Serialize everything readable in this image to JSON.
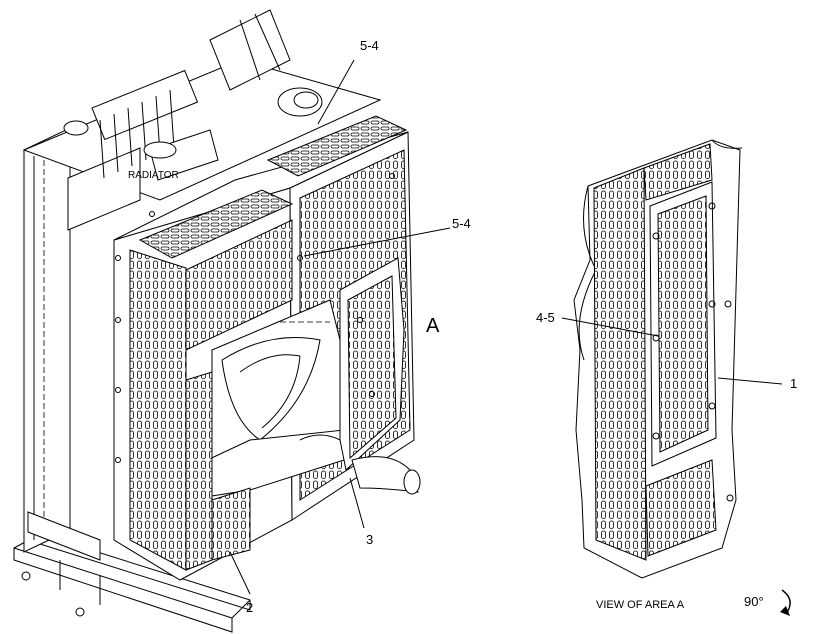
{
  "labels": {
    "radiator": "RADIATOR",
    "callout_5_4_top": "5-4",
    "callout_5_4_mid": "5-4",
    "callout_4_5": "4-5",
    "callout_1": "1",
    "callout_2": "2",
    "callout_3": "3",
    "area_a": "A",
    "view_caption": "VIEW OF AREA  A",
    "rotation": "90°"
  },
  "icons": {
    "rotation_arrow": "curved-arrow-icon"
  }
}
